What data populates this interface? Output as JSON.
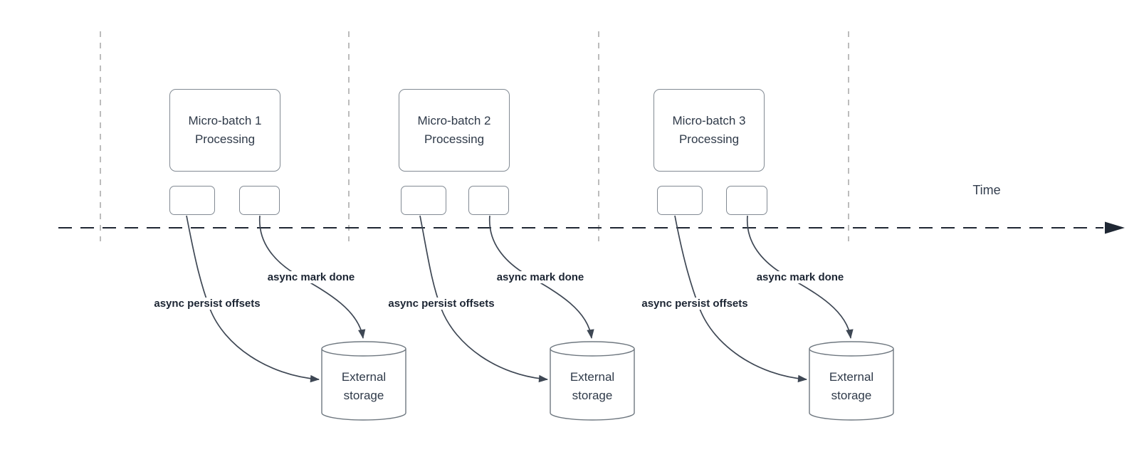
{
  "diagram": {
    "timeline_label": "Time",
    "batches": [
      {
        "box_line1": "Micro-batch 1",
        "box_line2": "Processing",
        "persist_label": "async persist offsets",
        "done_label": "async mark done",
        "storage_line1": "External",
        "storage_line2": "storage"
      },
      {
        "box_line1": "Micro-batch 2",
        "box_line2": "Processing",
        "persist_label": "async persist offsets",
        "done_label": "async mark done",
        "storage_line1": "External",
        "storage_line2": "storage"
      },
      {
        "box_line1": "Micro-batch 3",
        "box_line2": "Processing",
        "persist_label": "async persist offsets",
        "done_label": "async mark done",
        "storage_line1": "External",
        "storage_line2": "storage"
      }
    ],
    "colors": {
      "curve_stroke": "#3e4754",
      "timeline_stroke": "#1f2733",
      "guide_dash": "#b0b0b0",
      "shape_border": "#828a93",
      "text": "#2f3a49",
      "bold_label_text": "#1c2533",
      "background": "#ffffff"
    }
  }
}
